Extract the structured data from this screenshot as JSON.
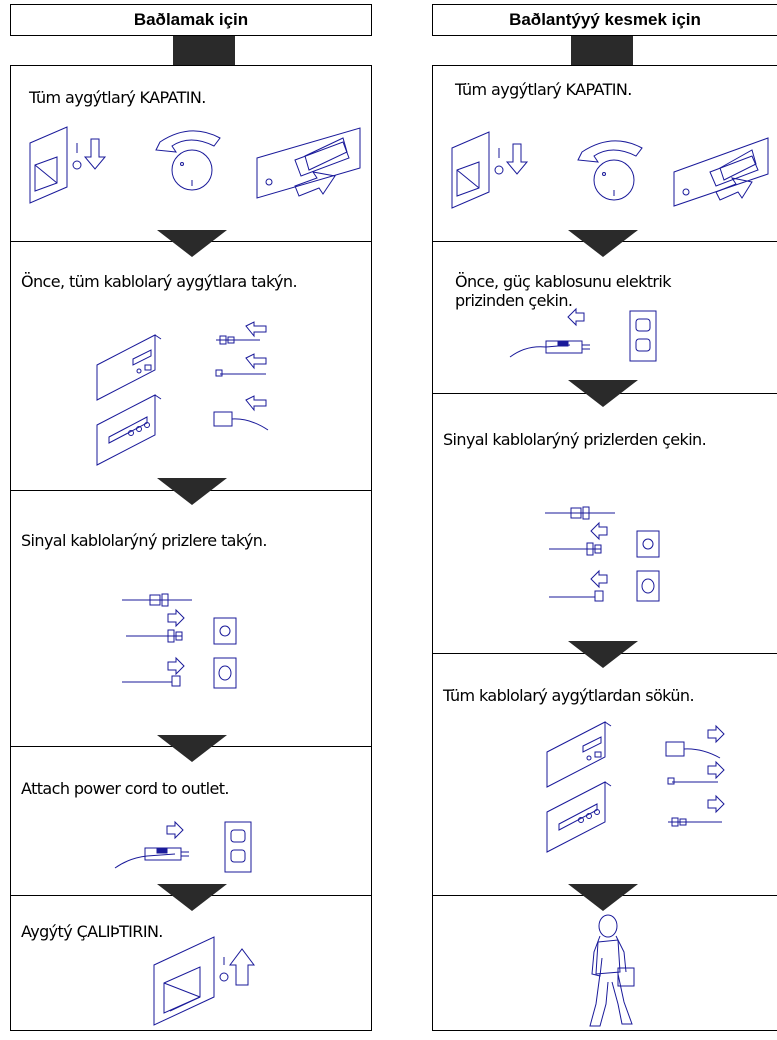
{
  "left_column": {
    "header": "Baðlamak için",
    "steps": [
      {
        "text": "Tüm  aygýtlarý KAPATIN."
      },
      {
        "text": "Önce, tüm kablolarý aygýtlara takýn."
      },
      {
        "text": "Sinyal kablolarýný prizlere takýn."
      },
      {
        "text": "Attach power cord to outlet."
      },
      {
        "text": "Aygýtý ÇALIÞTIRIN."
      }
    ]
  },
  "right_column": {
    "header": "Baðlantýyý kesmek için",
    "steps": [
      {
        "text": "Tüm  aygýtlarý KAPATIN."
      },
      {
        "text": "Önce, güç kablosunu elektrik\nprizinden çekin."
      },
      {
        "text": "Sinyal kablolarýný prizlerden çekin."
      },
      {
        "text": "Tüm kablolarý aygýtlardan sökün."
      },
      {
        "text": ""
      }
    ]
  },
  "colors": {
    "line": "#1a1a9a",
    "tab": "#2a2a2a",
    "border": "#000000"
  }
}
